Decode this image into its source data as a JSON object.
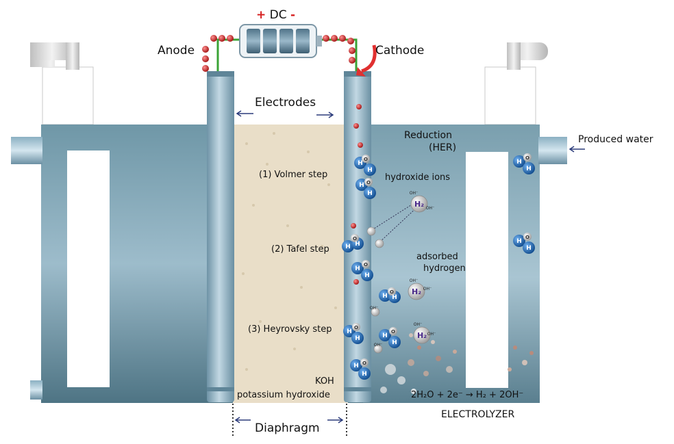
{
  "battery": {
    "plus": "+",
    "label": "DC",
    "minus": "-"
  },
  "labels": {
    "anode": "Anode",
    "cathode": "Cathode",
    "electrodes": "Electrodes",
    "reduction": "Reduction",
    "her": "(HER)",
    "produced_water": "Produced water",
    "volmer": "(1) Volmer step",
    "hydroxide_ions": "hydroxide ions",
    "tafel": "(2) Tafel step",
    "adsorbed": "adsorbed",
    "hydrogen": "hydrogen",
    "heyrovsky": "(3) Heyrovsky step",
    "koh": "KOH",
    "potassium_hydroxide": "potassium hydroxide",
    "equation": "2H₂O + 2e⁻ → H₂ + 2OH⁻",
    "electrolyzer": "ELECTROLYZER",
    "diaphragm": "Diaphragm"
  },
  "molecule_text": {
    "h": "H",
    "o": "O",
    "h2": "H₂",
    "oh": "OH⁻"
  },
  "colors": {
    "tank": "#4f7a8c",
    "membrane": "#e8dcc4",
    "electrode": "#8fb1c2",
    "wire": "#3aa335",
    "arrow": "#e03030",
    "hydrogen_atom": "#1b5fa8"
  }
}
